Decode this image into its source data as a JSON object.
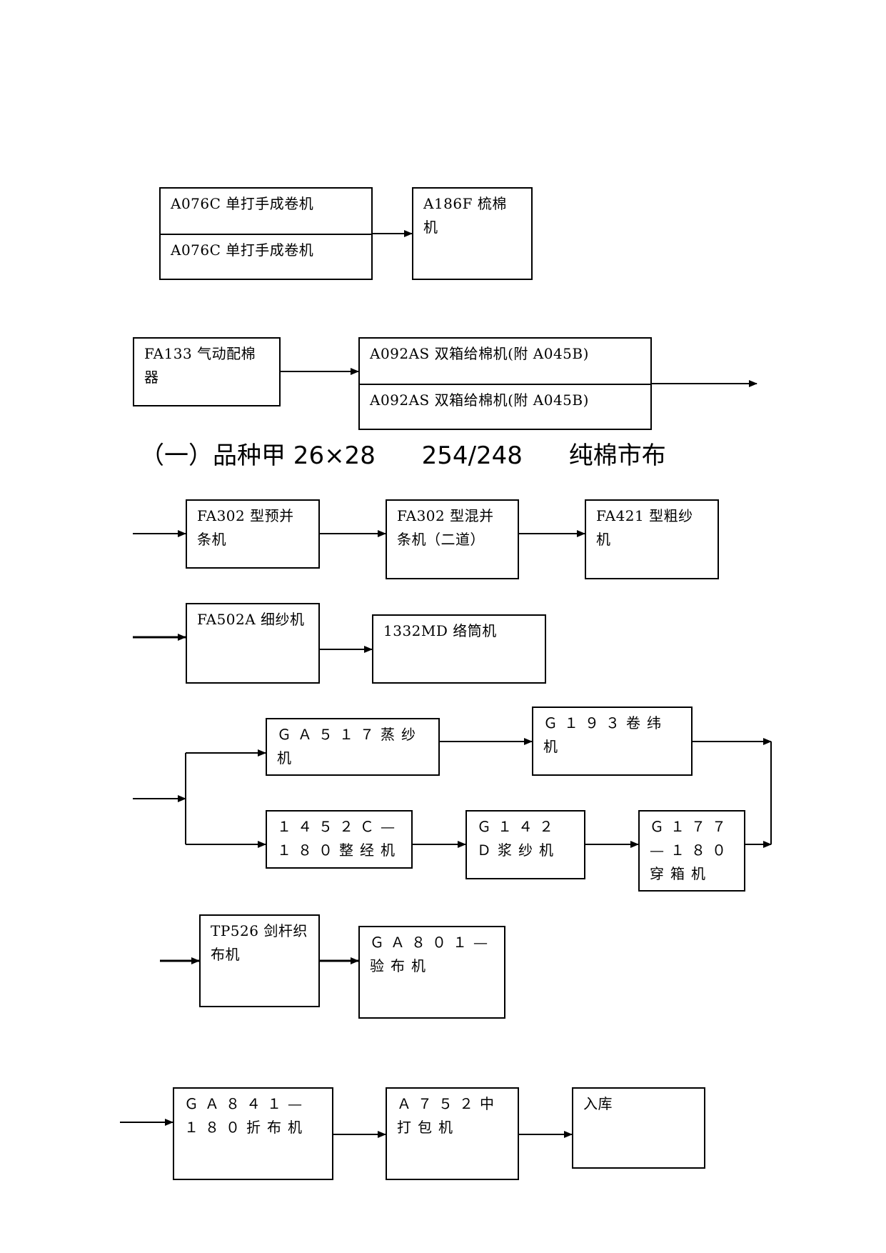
{
  "heading": "（一）品种甲 26×28      254/248      纯棉市布",
  "rows": {
    "row1": {
      "a076c_top": "A076C 单打手成卷机",
      "a076c_bottom": "A076C 单打手成卷机",
      "a186f": "A186F 梳棉机"
    },
    "row2": {
      "fa133": "FA133 气动配棉器",
      "a092as_top": "A092AS 双箱给棉机(附 A045B)",
      "a092as_bottom": "A092AS 双箱给棉机(附 A045B)"
    },
    "row3": {
      "fa302_pre": "FA302 型预并条机",
      "fa302_mix": "FA302 型混并条机（二道）",
      "fa421": "FA421 型粗纱机"
    },
    "row4": {
      "fa502a": "FA502A 细纱机",
      "md1332": "1332MD 络筒机"
    },
    "row5": {
      "ga517": "ＧＡ５１７蒸纱机",
      "g193": "Ｇ１９３卷纬机",
      "c1452": "１４５２Ｃ—１８０整经机",
      "g142d": "Ｇ１４２Ｄ浆纱机",
      "g177": "Ｇ１７７—１８０穿箱机"
    },
    "row6": {
      "tp526": "TP526 剑杆织布机",
      "ga801": "ＧＡ８０１—验布机"
    },
    "row7": {
      "ga841": "ＧＡ８４１—１８０折布机",
      "a752": "Ａ７５２中打包机",
      "storage": "入库"
    }
  }
}
